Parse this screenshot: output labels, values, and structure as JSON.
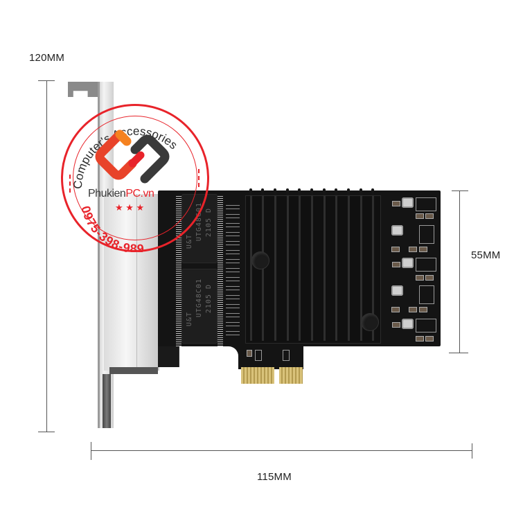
{
  "image": {
    "subject": "4-port Gigabit Ethernet PCIe x1 network card with heatsink",
    "background": "#ffffff"
  },
  "dimensions": {
    "height_label": "120MM",
    "board_height_label": "55MM",
    "width_label": "115MM"
  },
  "chips": [
    {
      "brand": "U&T",
      "model": "UTG48C01",
      "code": "2105 D"
    },
    {
      "brand": "U&T",
      "model": "UTG48C01",
      "code": "2105 D"
    }
  ],
  "watermark": {
    "arc_text": "Computer's Accessories",
    "brand_dark": "Phukien",
    "brand_red": "PC.vn",
    "stars": "★ ★ ★",
    "phone": "0975-398-989",
    "colors": {
      "red": "#e8232a",
      "orange": "#f26522",
      "dark": "#3a3a3a"
    }
  }
}
